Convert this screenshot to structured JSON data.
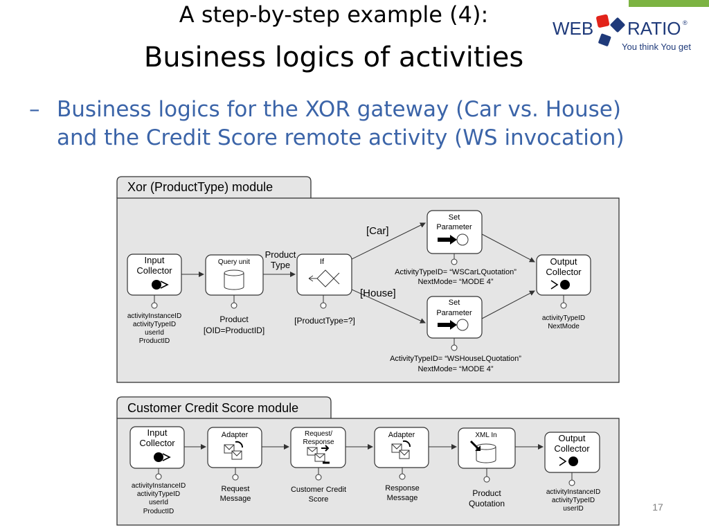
{
  "slide": {
    "title_line1": "A step-by-step example (4):",
    "title_line2": "Business logics of activities",
    "bullet_dash": "–",
    "bullet_line1": "Business logics for the XOR gateway (Car vs. House)",
    "bullet_line2": "and the Credit Score remote activity (WS invocation)",
    "page_number": "17"
  },
  "logo": {
    "left": "WEB",
    "right": "RATIO",
    "registered": "®",
    "tagline": "You think You get",
    "colors": {
      "text": "#1f3a7a",
      "red": "#e2231a",
      "blue": "#1f3a7a"
    }
  },
  "xor_module": {
    "tab_label": "Xor (ProductType) module",
    "input_collector": {
      "title_1": "Input",
      "title_2": "Collector"
    },
    "input_params": [
      "activityInstanceID",
      "activityTypeID",
      "userId",
      "ProductID"
    ],
    "query_unit": {
      "title": "Query unit",
      "caption_1": "Product",
      "caption_2": "[OID=ProductID]"
    },
    "edge_product_type": {
      "line1": "Product",
      "line2": "Type"
    },
    "if_unit": {
      "title": "If",
      "caption": "[ProductType=?]"
    },
    "edge_car": "[Car]",
    "edge_house": "[House]",
    "set_param_car": {
      "title_1": "Set",
      "title_2": "Parameter",
      "caption_1": "ActivityTypeID= “WSCarLQuotation”",
      "caption_2": "NextMode= “MODE 4”"
    },
    "set_param_house": {
      "title_1": "Set",
      "title_2": "Parameter",
      "caption_1": "ActivityTypeID= “WSHouseLQuotation”",
      "caption_2": "NextMode= “MODE 4”"
    },
    "output_collector": {
      "title_1": "Output",
      "title_2": "Collector"
    },
    "output_params": [
      "activityTypeID",
      "NextMode"
    ]
  },
  "credit_module": {
    "tab_label": "Customer Credit Score module",
    "input_collector": {
      "title_1": "Input",
      "title_2": "Collector"
    },
    "input_params": [
      "activityInstanceID",
      "activityTypeID",
      "userId",
      "ProductID"
    ],
    "adapter_request": {
      "title": "Adapter",
      "caption_1": "Request",
      "caption_2": "Message"
    },
    "request_response": {
      "title_1": "Request/",
      "title_2": "Response",
      "caption_1": "Customer Credit",
      "caption_2": "Score"
    },
    "adapter_response": {
      "title": "Adapter",
      "caption_1": "Response",
      "caption_2": "Message"
    },
    "xml_in": {
      "title": "XML In",
      "caption_1": "Product",
      "caption_2": "Quotation"
    },
    "output_collector": {
      "title_1": "Output",
      "title_2": "Collector"
    },
    "output_params": [
      "activityInstanceID",
      "activityTypeID",
      "userID"
    ]
  }
}
